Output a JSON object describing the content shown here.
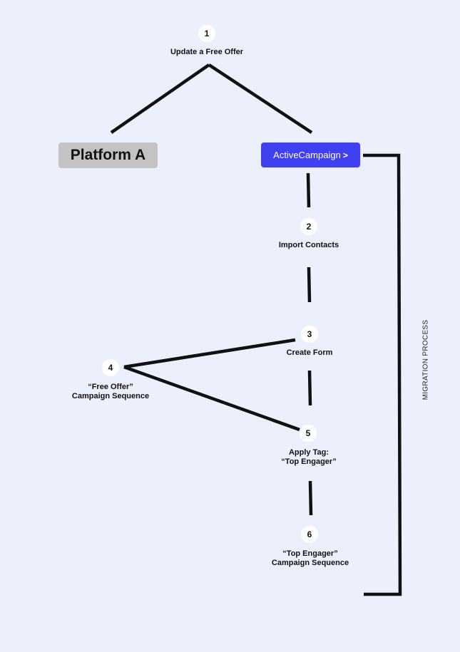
{
  "steps": [
    {
      "number": "1",
      "lines": [
        "Update a Free Offer"
      ]
    },
    {
      "number": "2",
      "lines": [
        "Import Contacts"
      ]
    },
    {
      "number": "3",
      "lines": [
        "Create Form"
      ]
    },
    {
      "number": "4",
      "lines": [
        "“Free Offer”",
        "Campaign Sequence"
      ]
    },
    {
      "number": "5",
      "lines": [
        "Apply Tag:",
        "“Top Engager”"
      ]
    },
    {
      "number": "6",
      "lines": [
        "“Top Engager”",
        "Campaign Sequence"
      ]
    }
  ],
  "platform_a": {
    "label": "Platform A"
  },
  "activecampaign": {
    "label": "ActiveCampaign",
    "chevron": ">"
  },
  "side_label": "MIGRATION PROCESS",
  "colors": {
    "background": "#EBF0FC",
    "line": "#111111",
    "platform_a_bg": "#C3C3C3",
    "accent": "#3F40F0"
  }
}
